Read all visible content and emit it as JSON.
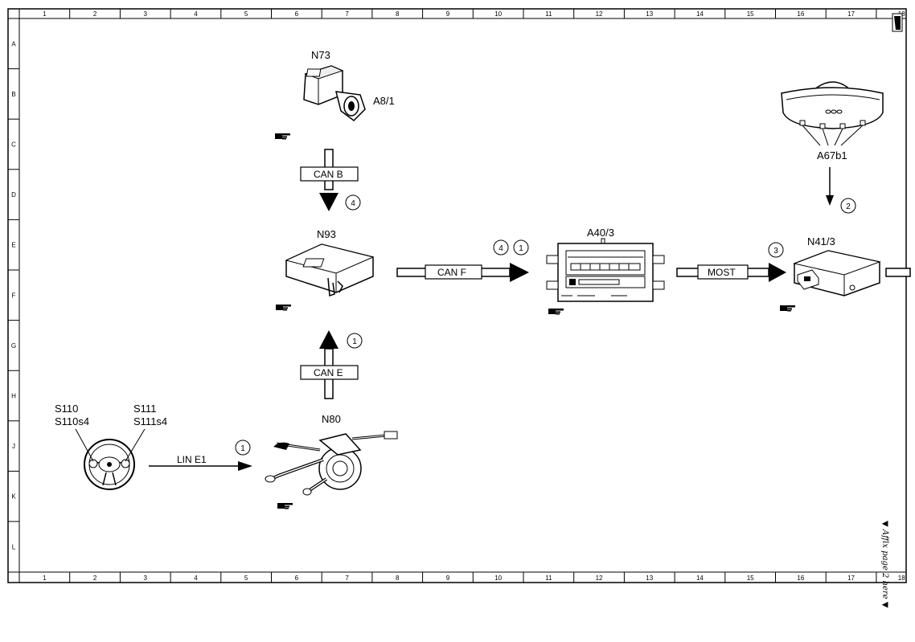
{
  "grid": {
    "columns": [
      "1",
      "2",
      "3",
      "4",
      "5",
      "6",
      "7",
      "8",
      "9",
      "10",
      "11",
      "12",
      "13",
      "14",
      "15",
      "16",
      "17",
      "18"
    ],
    "rows": [
      "A",
      "B",
      "C",
      "D",
      "E",
      "F",
      "G",
      "H",
      "J",
      "K",
      "L"
    ]
  },
  "components": {
    "n73": "N73",
    "a8_1": "A8/1",
    "n93": "N93",
    "n80": "N80",
    "a40_3": "A40/3",
    "n41_3": "N41/3",
    "a67b1": "A67b1",
    "s110": "S110",
    "s110s4": "S110s4",
    "s111": "S111",
    "s111s4": "S111s4"
  },
  "buses": {
    "can_b": "CAN B",
    "can_e": "CAN E",
    "can_f": "CAN F",
    "most": "MOST",
    "lin_e1": "LIN E1"
  },
  "steps": {
    "can_b": [
      "4"
    ],
    "can_e": [
      "1"
    ],
    "can_f": [
      "4",
      "1"
    ],
    "most": [
      "3"
    ],
    "a67b1": [
      "2"
    ],
    "lin_e1": [
      "1"
    ]
  },
  "margin_note": "▼ Affix page 2 here ▼",
  "icons": [
    "hand-pointer-icon"
  ]
}
